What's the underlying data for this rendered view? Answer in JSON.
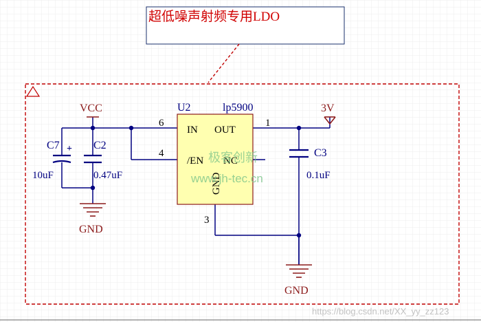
{
  "title": "超低噪声射频专用LDO",
  "power": {
    "vcc": "VCC",
    "out": "3V"
  },
  "ground_labels": {
    "left": "GND",
    "right": "GND"
  },
  "ic": {
    "ref": "U2",
    "part": "lp5900",
    "pins": {
      "in": "IN",
      "out": "OUT",
      "en": "/EN",
      "nc": "NC",
      "gnd": "GND",
      "num_in": "6",
      "num_out": "1",
      "num_en": "4",
      "num_gnd": "3"
    }
  },
  "components": {
    "c7": {
      "ref": "C7",
      "value": "10uF",
      "polarity": "+"
    },
    "c2": {
      "ref": "C2",
      "value": "0.47uF"
    },
    "c3": {
      "ref": "C3",
      "value": "0.1uF"
    }
  },
  "watermark": {
    "brand": "极客创新",
    "url": "www.jh-tec.cn"
  },
  "footer_watermark": "https://blog.csdn.net/XX_yy_zz123",
  "colors": {
    "wire": "#000080",
    "label": "#8b1a1a",
    "ic_fill": "#ffffb0",
    "ic_border": "#8b1a1a",
    "border_dash": "#c00000",
    "grid": "#eeeeee",
    "title_text": "#d00000"
  }
}
